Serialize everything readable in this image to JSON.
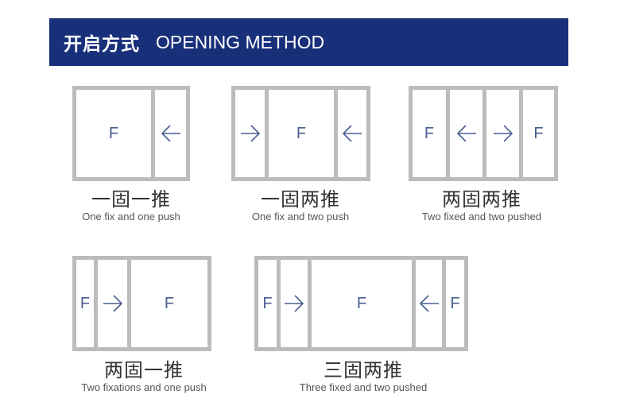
{
  "header": {
    "title_zh": "开启方式",
    "title_en": "OPENING METHOD",
    "background": "#182f7a"
  },
  "colors": {
    "frame": "#bcbcbc",
    "symbol": "#4a5f90"
  },
  "diagrams": [
    {
      "caption_zh": "一固一推",
      "caption_en": "One fix and one push",
      "panes": [
        "F",
        "arrow-left"
      ]
    },
    {
      "caption_zh": "一固两推",
      "caption_en": "One fix and two push",
      "panes": [
        "arrow-right",
        "F",
        "arrow-left"
      ]
    },
    {
      "caption_zh": "两固两推",
      "caption_en": "Two fixed and two pushed",
      "panes": [
        "F",
        "arrow-left",
        "arrow-right",
        "F"
      ]
    },
    {
      "caption_zh": "两固一推",
      "caption_en": "Two fixations and one push",
      "panes": [
        "F",
        "arrow-right",
        "F"
      ]
    },
    {
      "caption_zh": "三固两推",
      "caption_en": "Three fixed and two pushed",
      "panes": [
        "F",
        "arrow-right",
        "F",
        "arrow-left",
        "F"
      ]
    }
  ],
  "labels": {
    "fixed": "F"
  }
}
